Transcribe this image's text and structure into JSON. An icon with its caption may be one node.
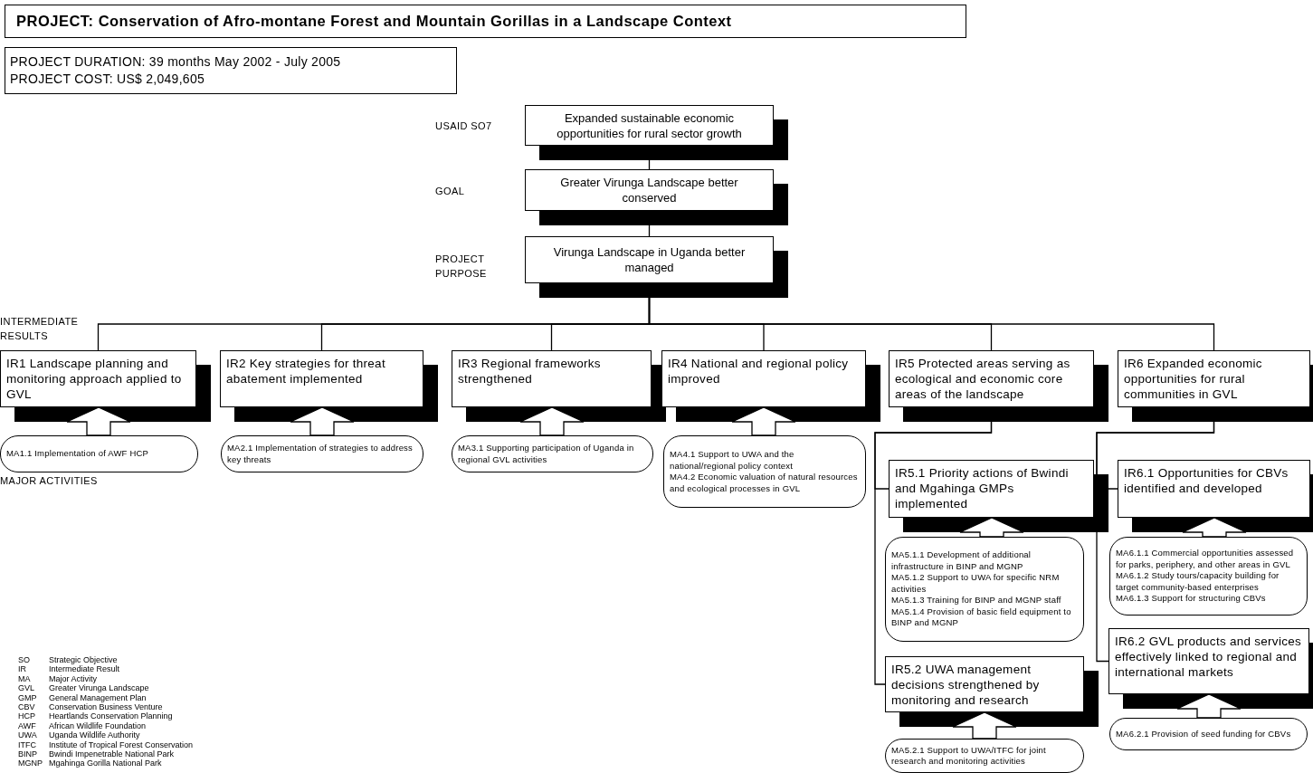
{
  "diagram": {
    "title": "PROJECT: Conservation of Afro-montane Forest and Mountain Gorillas in a Landscape Context",
    "nodes": [
      {
        "text": [
          "PROJECT DURATION: 39 months May 2002 - July 2005",
          "PROJECT COST: US$ 2,049,605"
        ]
      },
      {
        "text": [
          "Expanded sustainable economic opportunities for rural sector growth"
        ]
      },
      {
        "text": [
          "Greater Virunga Landscape better conserved"
        ]
      },
      {
        "text": [
          "Virunga Landscape in Uganda better managed"
        ]
      },
      {
        "text": [
          "IR1 Landscape planning and monitoring approach applied to GVL"
        ]
      },
      {
        "text": [
          "IR2 Key strategies for threat abatement implemented"
        ]
      },
      {
        "text": [
          "IR3 Regional frameworks strengthened"
        ]
      },
      {
        "text": [
          "IR4 National and regional policy improved"
        ]
      },
      {
        "text": [
          "IR5 Protected areas serving as ecological and economic core areas of the landscape"
        ]
      },
      {
        "text": [
          "IR6 Expanded economic opportunities for rural communities in GVL"
        ]
      },
      {
        "text": [
          "MA1.1 Implementation of AWF HCP"
        ]
      },
      {
        "text": [
          "MA2.1 Implementation of strategies to address key threats"
        ]
      },
      {
        "text": [
          "MA3.1 Supporting participation of Uganda in regional GVL activities"
        ]
      },
      {
        "text": [
          "MA4.1 Support to UWA and the national/regional policy context",
          "MA4.2 Economic valuation of natural resources and ecological processes in GVL"
        ]
      },
      {
        "text": [
          "IR5.1 Priority actions of Bwindi and Mgahinga GMPs implemented"
        ]
      },
      {
        "text": [
          "IR6.1 Opportunities for CBVs identified and developed"
        ]
      },
      {
        "text": [
          "MA5.1.1 Development of additional infrastructure in BINP and MGNP",
          "MA5.1.2 Support to UWA for specific NRM activities",
          "MA5.1.3 Training for BINP and MGNP staff",
          "MA5.1.4 Provision of basic field equipment to BINP and MGNP"
        ]
      },
      {
        "text": [
          "MA6.1.1 Commercial opportunities assessed for parks, periphery, and other areas in GVL",
          "MA6.1.2 Study tours/capacity building for target community-based enterprises",
          "MA6.1.3 Support for structuring CBVs"
        ]
      },
      {
        "text": [
          "IR5.2 UWA management decisions strengthened by monitoring and research"
        ]
      },
      {
        "text": [
          "IR6.2 GVL products and services effectively linked to regional and international markets"
        ]
      },
      {
        "text": [
          "MA5.2.1 Support to UWA/ITFC for joint research and monitoring activities"
        ]
      },
      {
        "text": [
          "MA6.2.1 Provision of seed funding for CBVs"
        ]
      }
    ],
    "edges": [
      {
        "from": 1,
        "to": 2,
        "arrow": "none"
      },
      {
        "from": 2,
        "to": 3,
        "arrow": "none"
      },
      {
        "from": 3,
        "to": 4,
        "arrow": "none"
      },
      {
        "from": 3,
        "to": 5,
        "arrow": "none"
      },
      {
        "from": 3,
        "to": 6,
        "arrow": "none"
      },
      {
        "from": 3,
        "to": 7,
        "arrow": "none"
      },
      {
        "from": 3,
        "to": 8,
        "arrow": "none"
      },
      {
        "from": 3,
        "to": 9,
        "arrow": "none"
      },
      {
        "from": 8,
        "to": 14,
        "arrow": "none"
      },
      {
        "from": 8,
        "to": 18,
        "arrow": "none"
      },
      {
        "from": 9,
        "to": 15,
        "arrow": "none"
      },
      {
        "from": 9,
        "to": 19,
        "arrow": "none"
      },
      {
        "from": 10,
        "to": 4,
        "arrow": "to",
        "style": "thick"
      },
      {
        "from": 11,
        "to": 5,
        "arrow": "to",
        "style": "thick"
      },
      {
        "from": 12,
        "to": 6,
        "arrow": "to",
        "style": "thick"
      },
      {
        "from": 13,
        "to": 7,
        "arrow": "to",
        "style": "thick"
      },
      {
        "from": 16,
        "to": 14,
        "arrow": "to",
        "style": "thick"
      },
      {
        "from": 17,
        "to": 15,
        "arrow": "to",
        "style": "thick"
      },
      {
        "from": 20,
        "to": 18,
        "arrow": "to",
        "style": "thick"
      },
      {
        "from": 21,
        "to": 19,
        "arrow": "to",
        "style": "thick"
      }
    ],
    "labels": [
      "USAID SO7",
      "GOAL",
      "PROJECT PURPOSE",
      "INTERMEDIATE RESULTS",
      "MAJOR ACTIVITIES",
      "SO",
      "Strategic Objective",
      "IR",
      "Intermediate Result",
      "MA",
      "Major Activity",
      "GVL",
      "Greater Virunga Landscape",
      "GMP",
      "General Management Plan",
      "CBV",
      "Conservation Business Venture",
      "HCP",
      "Heartlands Conservation Planning",
      "AWF",
      "African Wildlife Foundation",
      "UWA",
      "Uganda Wildlife Authority",
      "ITFC",
      "Institute of Tropical Forest Conservation",
      "BINP",
      "Bwindi Impenetrable National Park",
      "MGNP",
      "Mgahinga Gorilla National Park"
    ]
  }
}
